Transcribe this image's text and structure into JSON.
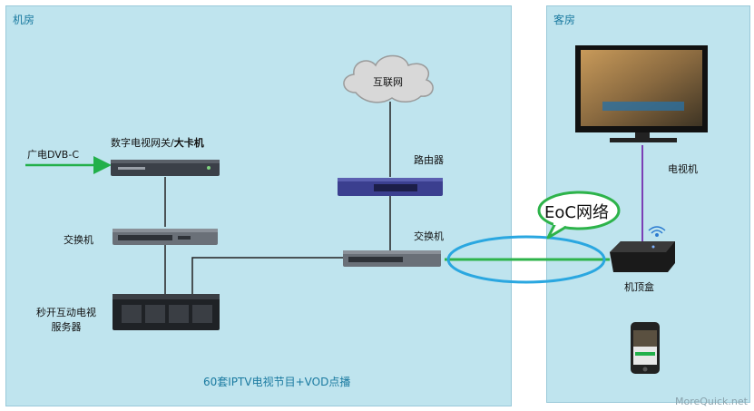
{
  "zones": {
    "machine_room": "机房",
    "guest_room": "客房"
  },
  "labels": {
    "dvb_source": "广电DVB-C",
    "gateway": "数字电视网关/",
    "gateway_bold": "大卡机",
    "switch_left": "交换机",
    "server_line1": "秒开互动电视",
    "server_line2": "服务器",
    "internet": "互联网",
    "router": "路由器",
    "switch_center": "交换机",
    "eoc": "EoC网络",
    "tv": "电视机",
    "stb": "机顶盒",
    "footer": "60套IPTV电视节目+VOD点播"
  },
  "watermark": "MoreQuick.net",
  "colors": {
    "zone_fill": "#bfe4ee",
    "zone_title": "#1a7aa0",
    "arrow_green": "#22b04a",
    "eoc_link": "#2db34a",
    "ellipse_blue": "#2aa7e0",
    "tv_link": "#7b3fb5",
    "router_body": "#3b3f8f"
  }
}
